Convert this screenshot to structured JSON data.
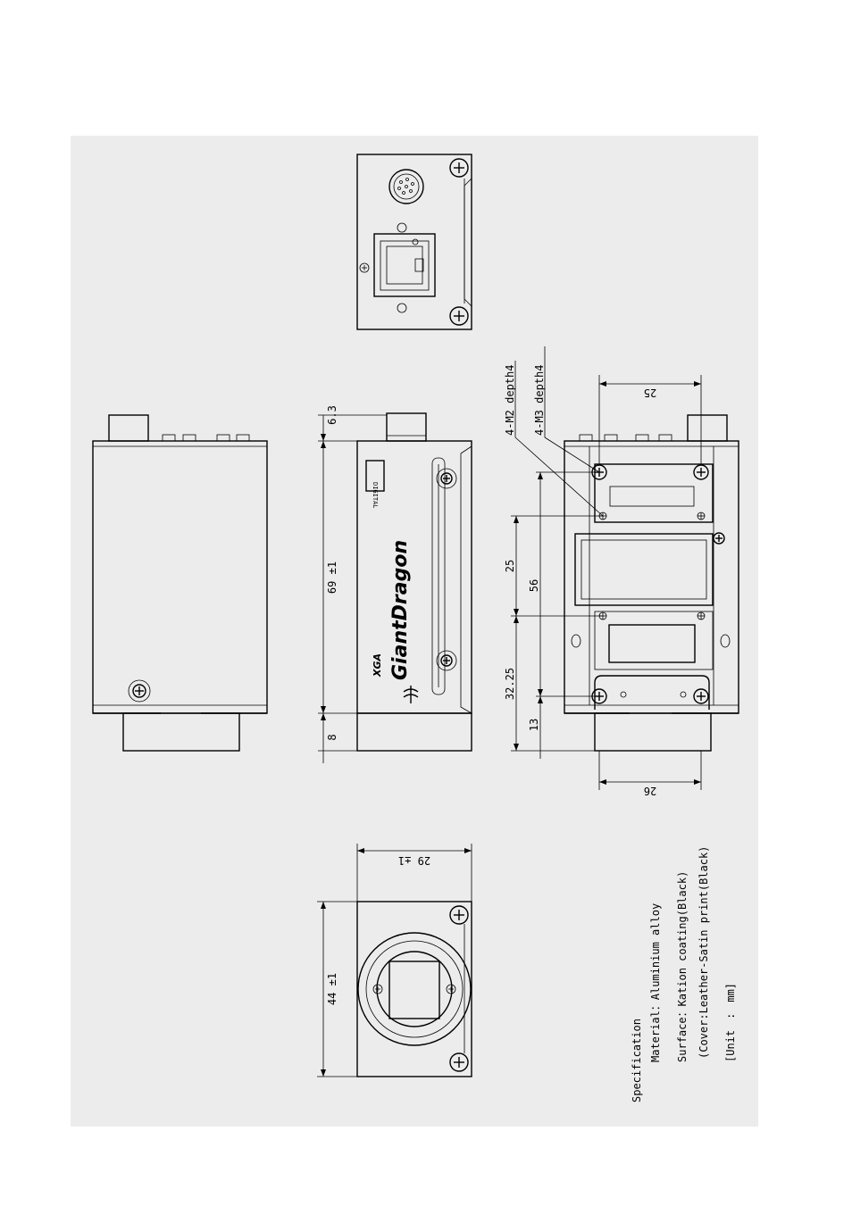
{
  "drawing": {
    "dimensions": {
      "length": "69 ±1",
      "front_protrusion": "8",
      "rear_protrusion": "6.3",
      "height": "44 ±1",
      "width": "29 ±1",
      "hole_spacing_top": "25",
      "hole_spacing_bottom": "26",
      "pitch_a": "25",
      "pitch_b": "56",
      "pitch_c": "32.25",
      "pitch_d": "13"
    },
    "callouts": {
      "m2_holes": "4-M2 depth4",
      "m3_holes": "4-M3 depth4"
    },
    "body_labels": {
      "brand": "GiantDragon",
      "model": "XGA",
      "badge": "DIGITAL"
    },
    "specification": {
      "title": "Specification",
      "material": "Material：Aluminium alloy",
      "surface": "Surface：Kation coating(Black)",
      "cover": "(Cover:Leather-Satin print(Black)",
      "unit": "[Unit　:　mm]"
    }
  }
}
